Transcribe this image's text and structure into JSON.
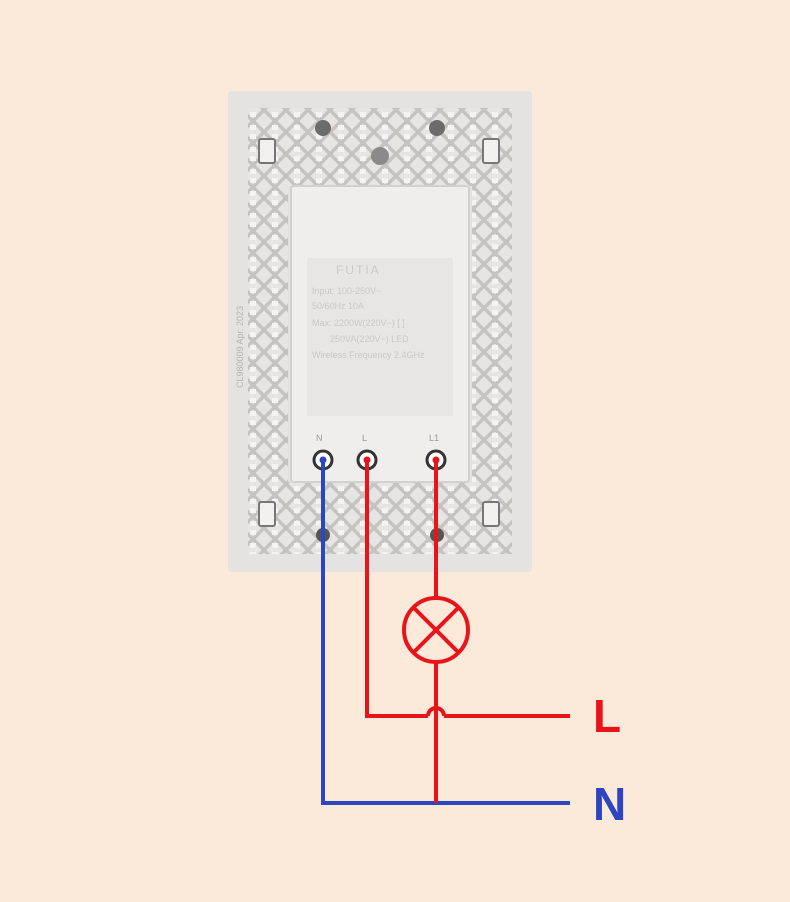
{
  "device": {
    "brand": "FUTIA",
    "spec_lines": [
      "Input: 100-250V~",
      "50/60Hz    10A",
      "Max: 2200W(220V~) [ ]",
      "250VA(220V~) LED",
      "Wireless Frequency 2.4GHz"
    ],
    "side_marking": "CL980009  Apr. 2023",
    "terminals": [
      "N",
      "L",
      "L1"
    ]
  },
  "wiring": {
    "live_label": "L",
    "neutral_label": "N",
    "live_color": "#e8141a",
    "neutral_color": "#2e45c0"
  }
}
